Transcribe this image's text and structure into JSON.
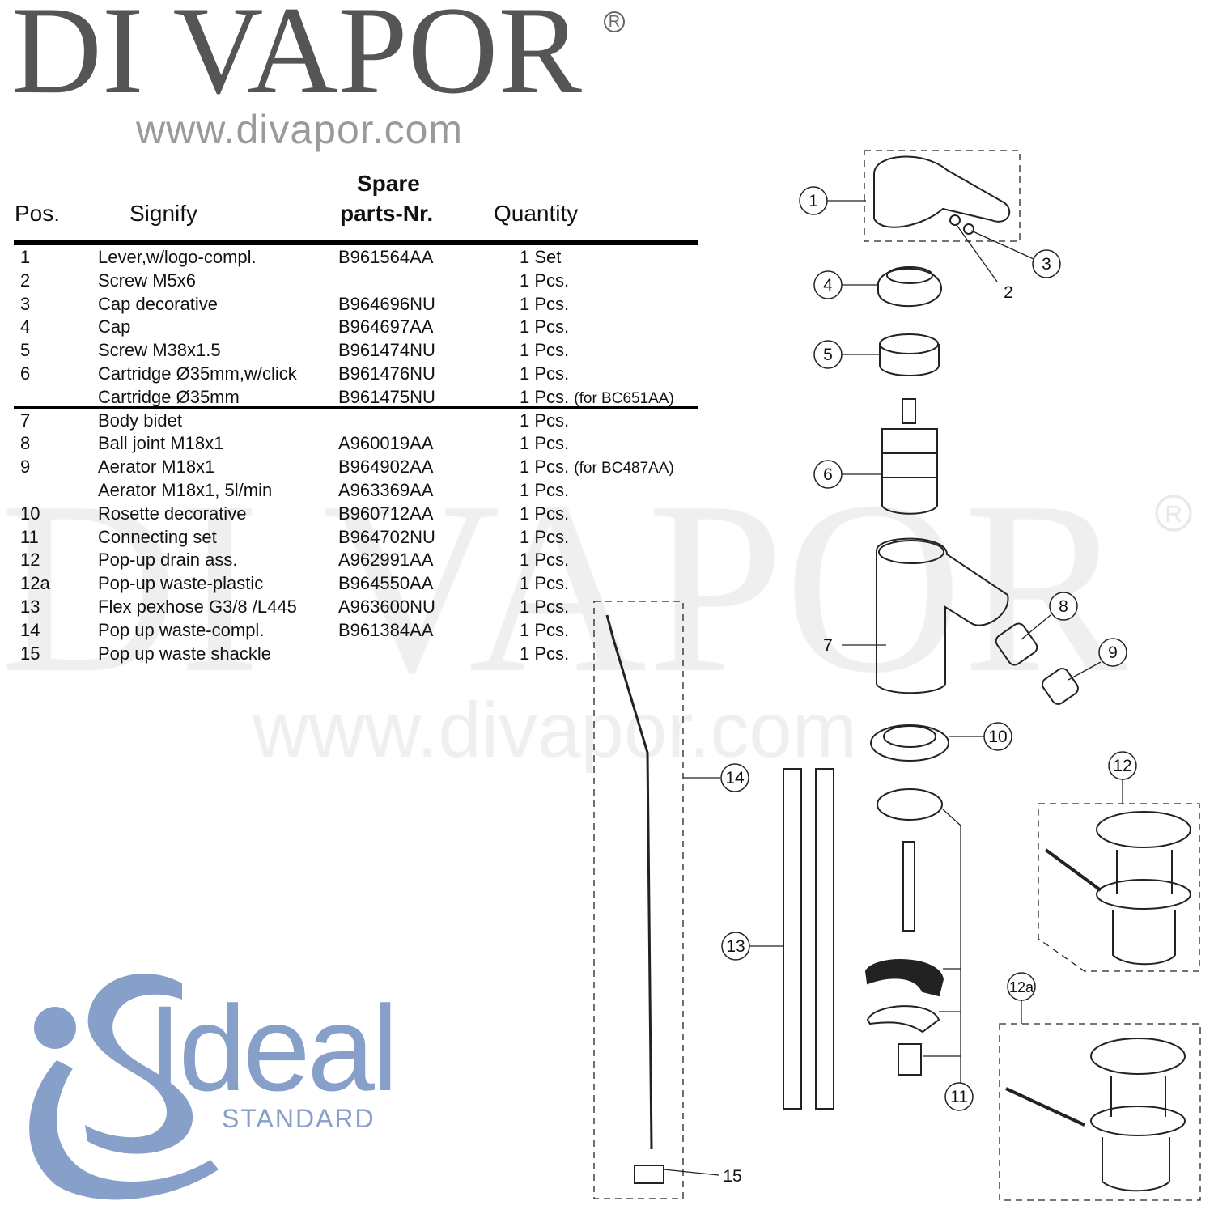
{
  "header": {
    "brand": "DI VAPOR",
    "registered": "R",
    "website": "www.divapor.com"
  },
  "table": {
    "columns": {
      "pos": "Pos.",
      "signify": "Signify",
      "part_line1": "Spare",
      "part_line2": "parts-Nr.",
      "quantity": "Quantity"
    },
    "rows": [
      {
        "pos": "1",
        "signify": "Lever,w/logo-compl.",
        "part": "B961564AA",
        "qty": "1 Set",
        "note": ""
      },
      {
        "pos": "2",
        "signify": "Screw M5x6",
        "part": "",
        "qty": "1 Pcs.",
        "note": ""
      },
      {
        "pos": "3",
        "signify": "Cap decorative",
        "part": "B964696NU",
        "qty": "1 Pcs.",
        "note": ""
      },
      {
        "pos": "4",
        "signify": "Cap",
        "part": "B964697AA",
        "qty": "1 Pcs.",
        "note": ""
      },
      {
        "pos": "5",
        "signify": "Screw M38x1.5",
        "part": "B961474NU",
        "qty": "1 Pcs.",
        "note": ""
      },
      {
        "pos": "6",
        "signify": "Cartridge Ø35mm,w/click",
        "part": "B961476NU",
        "qty": "1 Pcs.",
        "note": ""
      },
      {
        "pos": "",
        "signify": "Cartridge Ø35mm",
        "part": "B961475NU",
        "qty": "1 Pcs.",
        "note": "(for BC651AA)"
      },
      {
        "pos": "7",
        "signify": "Body bidet",
        "part": "",
        "qty": "1 Pcs.",
        "note": ""
      },
      {
        "pos": "8",
        "signify": "Ball joint M18x1",
        "part": "A960019AA",
        "qty": "1 Pcs.",
        "note": ""
      },
      {
        "pos": "9",
        "signify": "Aerator M18x1",
        "part": "B964902AA",
        "qty": "1 Pcs.",
        "note": "(for BC487AA)"
      },
      {
        "pos": "",
        "signify": "Aerator M18x1, 5l/min",
        "part": "A963369AA",
        "qty": "1 Pcs.",
        "note": ""
      },
      {
        "pos": "10",
        "signify": "Rosette decorative",
        "part": "B960712AA",
        "qty": "1 Pcs.",
        "note": ""
      },
      {
        "pos": "11",
        "signify": "Connecting set",
        "part": "B964702NU",
        "qty": "1 Pcs.",
        "note": ""
      },
      {
        "pos": "12",
        "signify": "Pop-up drain ass.",
        "part": "A962991AA",
        "qty": "1 Pcs.",
        "note": ""
      },
      {
        "pos": "12a",
        "signify": "Pop-up waste-plastic",
        "part": "B964550AA",
        "qty": "1 Pcs.",
        "note": ""
      },
      {
        "pos": "13",
        "signify": "Flex pexhose G3/8 /L445",
        "part": "A963600NU",
        "qty": "1 Pcs.",
        "note": ""
      },
      {
        "pos": "14",
        "signify": "Pop up waste-compl.",
        "part": "B961384AA",
        "qty": "1 Pcs.",
        "note": ""
      },
      {
        "pos": "15",
        "signify": "Pop up waste shackle",
        "part": "",
        "qty": "1 Pcs.",
        "note": ""
      }
    ]
  },
  "diagram": {
    "callouts": [
      "1",
      "2",
      "3",
      "4",
      "5",
      "6",
      "7",
      "8",
      "9",
      "10",
      "11",
      "12",
      "12a",
      "13",
      "14",
      "15"
    ]
  },
  "footer_logo": {
    "word": "Ideal",
    "sub": "STANDARD",
    "color": "#86a0c9"
  }
}
